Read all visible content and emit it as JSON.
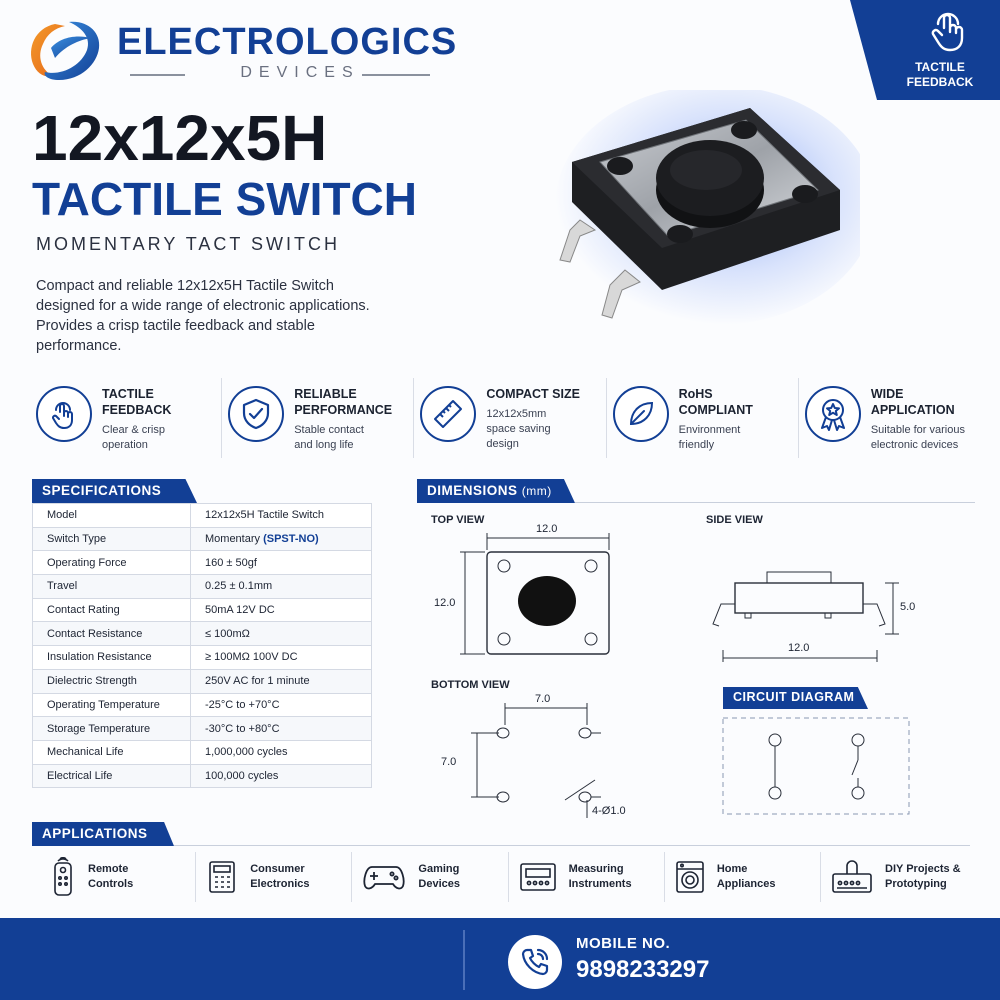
{
  "brand": {
    "name": "ELECTROLOGICS",
    "sub": "DEVICES"
  },
  "corner_badge": {
    "line1": "TACTILE",
    "line2": "FEEDBACK",
    "icon": "touch-hand-icon"
  },
  "title": {
    "main": "12x12x5H",
    "sub": "TACTILE SWITCH",
    "tagline": "MOMENTARY TACT SWITCH"
  },
  "description": "Compact and reliable 12x12x5H Tactile Switch designed for a wide range of electronic applications. Provides a crisp tactile feedback and stable performance.",
  "features": [
    {
      "title1": "TACTILE",
      "title2": "FEEDBACK",
      "desc1": "Clear & crisp",
      "desc2": "operation",
      "icon": "touch-hand-icon"
    },
    {
      "title1": "RELIABLE",
      "title2": "PERFORMANCE",
      "desc1": "Stable contact",
      "desc2": "and long life",
      "icon": "shield-check-icon"
    },
    {
      "title1": "COMPACT SIZE",
      "title2": "",
      "desc1": "12x12x5mm",
      "desc2": "space saving",
      "desc3": "design",
      "icon": "ruler-icon"
    },
    {
      "title1": "RoHS",
      "title2": "COMPLIANT",
      "desc1": "Environment",
      "desc2": "friendly",
      "icon": "leaf-icon"
    },
    {
      "title1": "WIDE",
      "title2": "APPLICATION",
      "desc1": "Suitable for various",
      "desc2": "electronic devices",
      "icon": "award-ribbon-icon"
    }
  ],
  "specs": {
    "heading": "SPECIFICATIONS",
    "rows": [
      {
        "label": "Model",
        "value": "12x12x5H Tactile Switch"
      },
      {
        "label": "Switch Type",
        "value": "Momentary ",
        "value_hl": "(SPST-NO)"
      },
      {
        "label": "Operating Force",
        "value": "160 ± 50gf"
      },
      {
        "label": "Travel",
        "value": "0.25 ± 0.1mm"
      },
      {
        "label": "Contact Rating",
        "value": "50mA  12V DC"
      },
      {
        "label": "Contact Resistance",
        "value": "≤ 100mΩ"
      },
      {
        "label": "Insulation Resistance",
        "value": "≥ 100MΩ 100V DC"
      },
      {
        "label": "Dielectric Strength",
        "value": "250V AC for 1 minute"
      },
      {
        "label": "Operating Temperature",
        "value": "-25°C to +70°C"
      },
      {
        "label": "Storage Temperature",
        "value": "-30°C to +80°C"
      },
      {
        "label": "Mechanical Life",
        "value": "1,000,000 cycles"
      },
      {
        "label": "Electrical Life",
        "value": "100,000 cycles"
      }
    ]
  },
  "dimensions": {
    "heading": "DIMENSIONS",
    "unit": "(mm)",
    "top_view": {
      "label": "TOP VIEW",
      "width": "12.0",
      "height": "12.0"
    },
    "side_view": {
      "label": "SIDE VIEW",
      "width": "12.0",
      "height": "5.0"
    },
    "bottom_view": {
      "label": "BOTTOM VIEW",
      "width": "7.0",
      "height": "7.0",
      "holes": "4-Ø1.0"
    },
    "circuit": {
      "label": "CIRCUIT DIAGRAM"
    }
  },
  "applications": {
    "heading": "APPLICATIONS",
    "items": [
      {
        "line1": "Remote",
        "line2": "Controls",
        "icon": "remote-control-icon"
      },
      {
        "line1": "Consumer",
        "line2": "Electronics",
        "icon": "calculator-icon"
      },
      {
        "line1": "Gaming",
        "line2": "Devices",
        "icon": "gamepad-icon"
      },
      {
        "line1": "Measuring",
        "line2": "Instruments",
        "icon": "meter-icon"
      },
      {
        "line1": "Home",
        "line2": "Appliances",
        "icon": "washing-machine-icon"
      },
      {
        "line1": "DIY Projects &",
        "line2": "Prototyping",
        "icon": "circuit-board-icon"
      }
    ]
  },
  "contact": {
    "label": "MOBILE NO.",
    "number": "9898233297",
    "icon": "phone-icon"
  },
  "colors": {
    "primary": "#123f95",
    "text": "#1d2433"
  }
}
